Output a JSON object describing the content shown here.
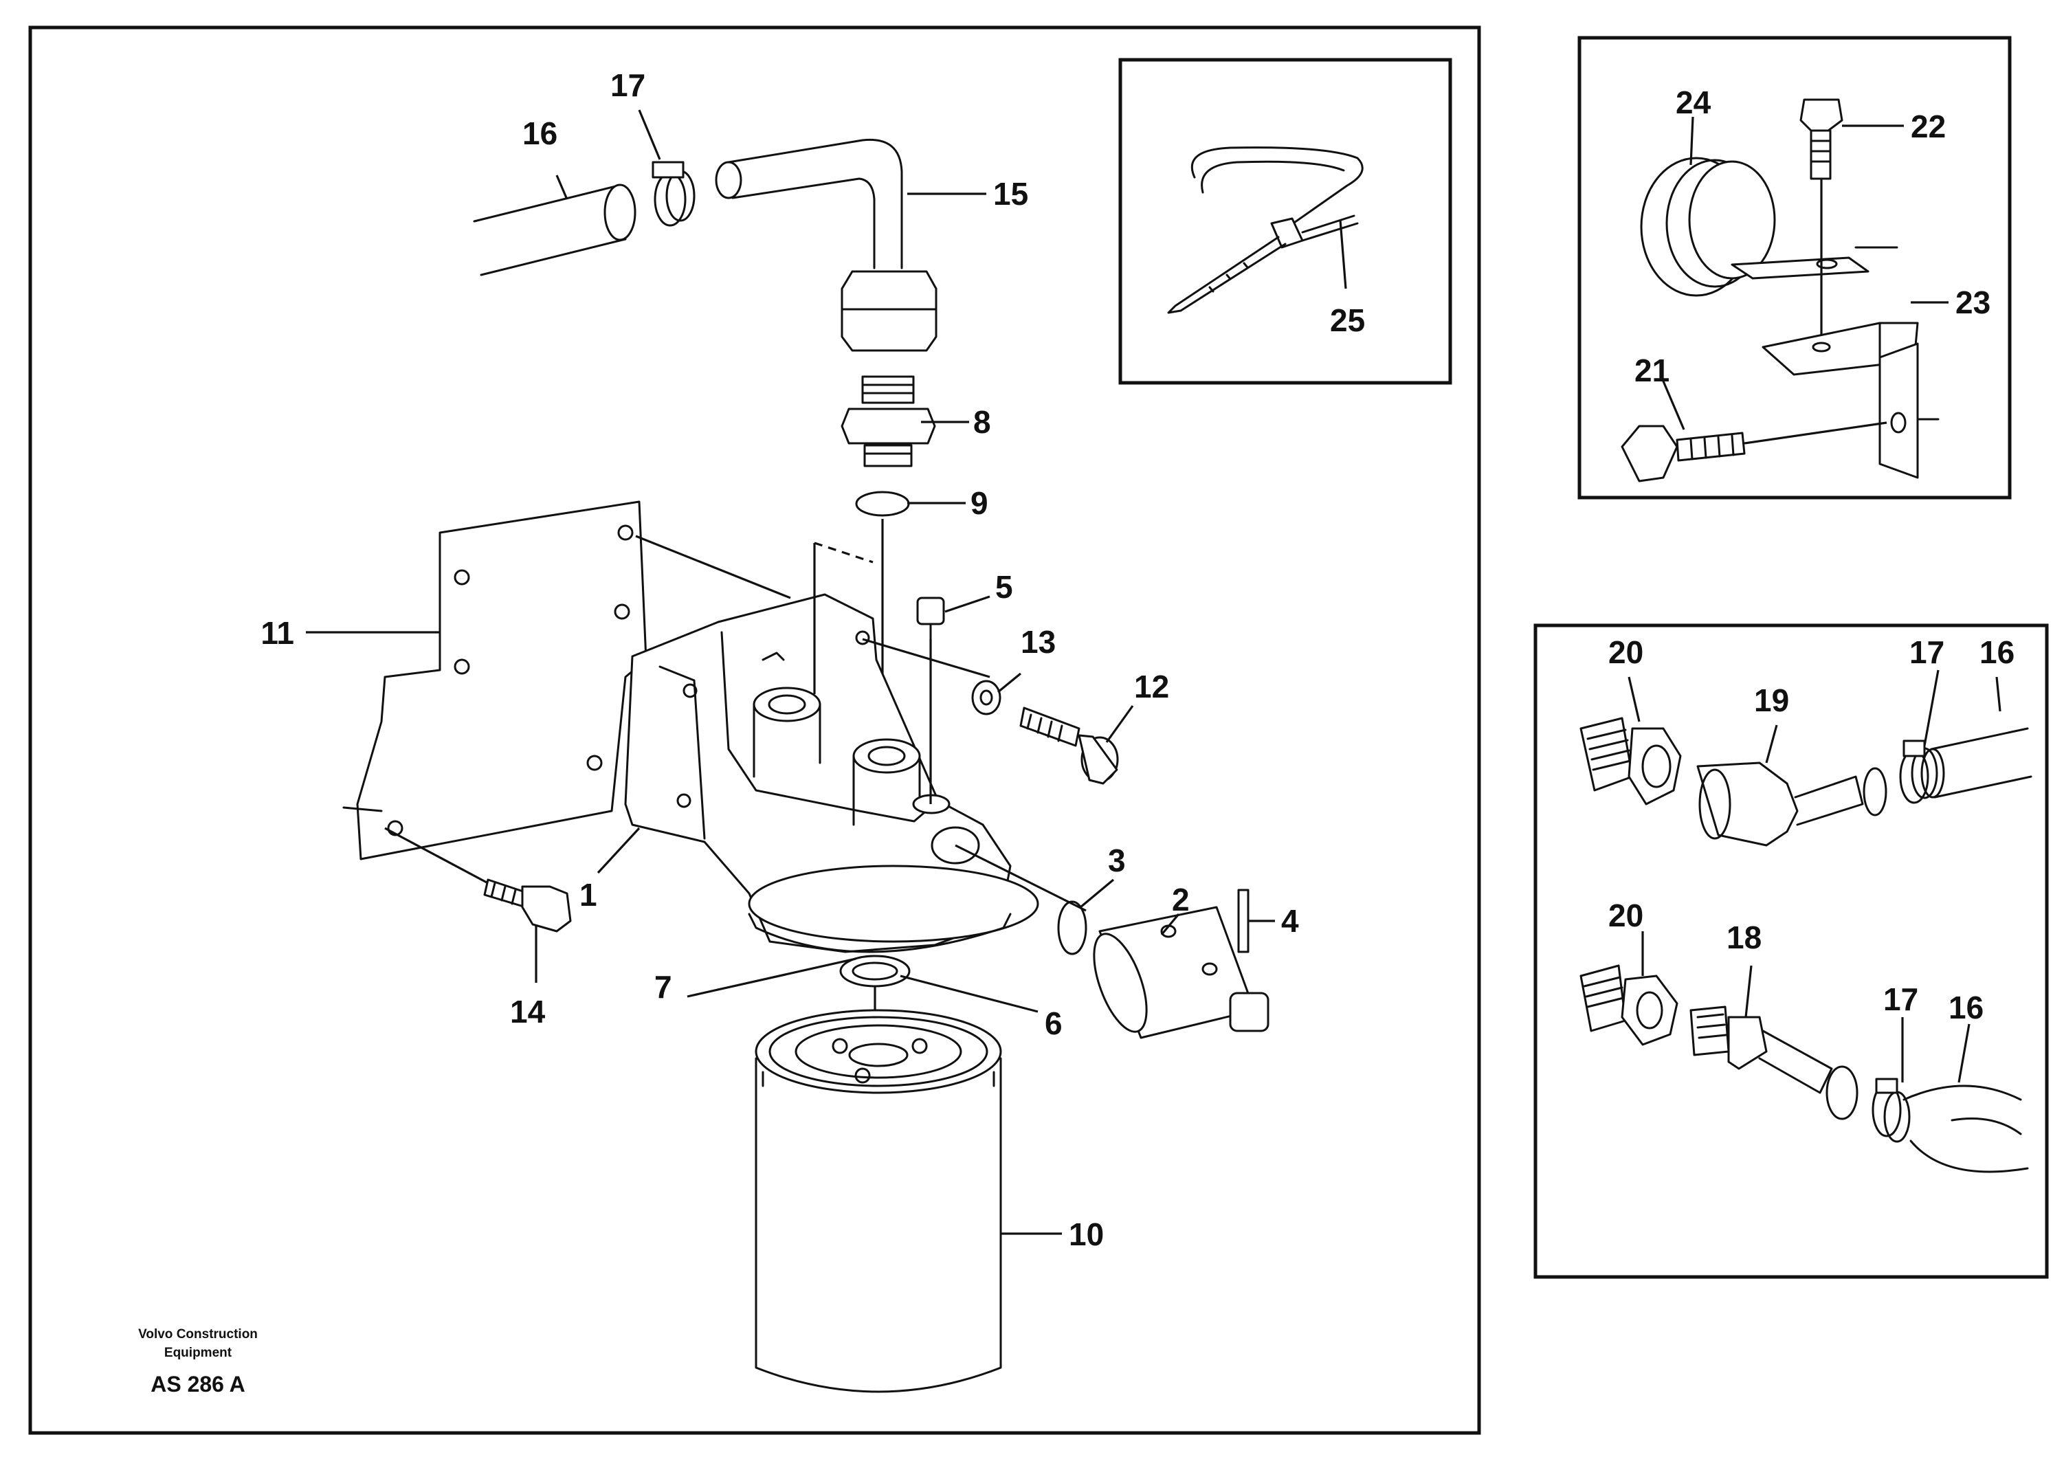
{
  "diagram": {
    "main_panel": {
      "callouts": [
        "1",
        "2",
        "3",
        "4",
        "5",
        "6",
        "7",
        "8",
        "9",
        "10",
        "11",
        "12",
        "13",
        "14",
        "15",
        "16",
        "17"
      ]
    },
    "inset_cable_tie": {
      "callouts": [
        "25"
      ]
    },
    "inset_clamp_bracket": {
      "callouts": [
        "24",
        "22",
        "23",
        "21"
      ]
    },
    "inset_fittings": {
      "callouts": [
        "20",
        "19",
        "17",
        "16",
        "20",
        "18",
        "17",
        "16"
      ]
    },
    "footer": {
      "line1": "Volvo Construction",
      "line2": "Equipment",
      "code": "AS 286 A"
    }
  }
}
